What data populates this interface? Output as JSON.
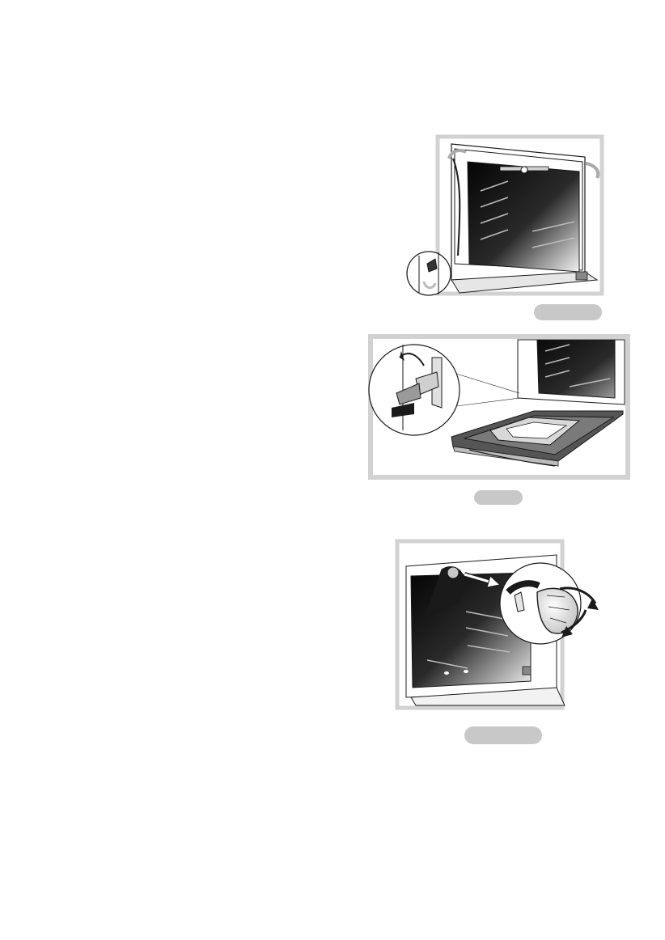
{
  "figures": [
    {
      "name": "oven-door-open-lamp-cover",
      "caption": ""
    },
    {
      "name": "door-hinge-lever",
      "caption": ""
    },
    {
      "name": "lamp-cover-unscrew",
      "caption": ""
    }
  ],
  "colors": {
    "frame": "#d2d2d2",
    "caption_pill": "#c8c8c8",
    "line": "#1a1a1a",
    "window_dark": "#111111"
  }
}
